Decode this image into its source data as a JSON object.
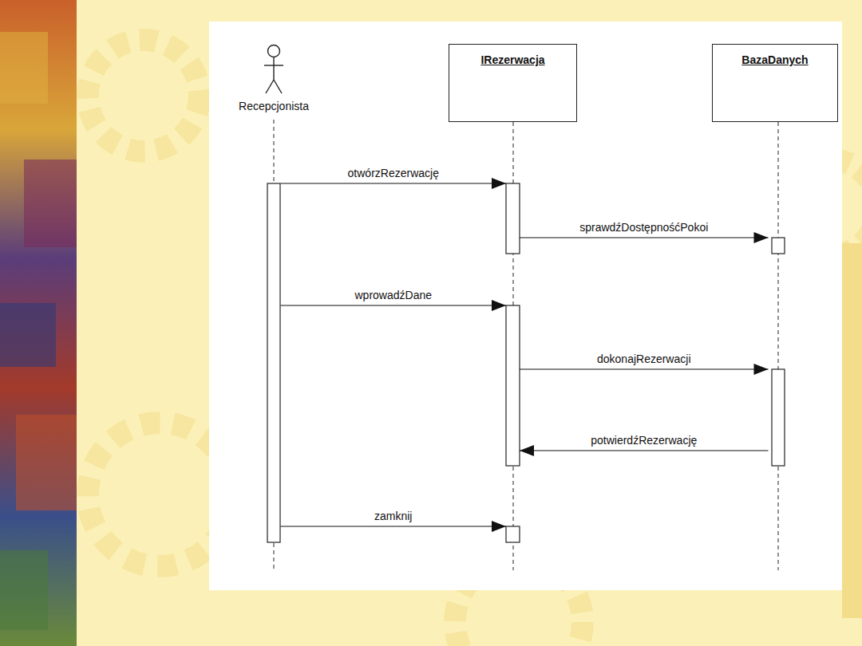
{
  "diagram": {
    "nodes": [
      {
        "text": [
          "Recepcjonista"
        ]
      },
      {
        "text": [
          "IRezerwacja"
        ]
      },
      {
        "text": [
          "BazaDanych"
        ]
      }
    ],
    "edges": [
      {
        "from": 0,
        "to": 1,
        "label": "otwórzRezerwację",
        "arrow": "to"
      },
      {
        "from": 1,
        "to": 2,
        "label": "sprawdźDostępnośćPokoi",
        "arrow": "to"
      },
      {
        "from": 0,
        "to": 1,
        "label": "wprowadźDane",
        "arrow": "to"
      },
      {
        "from": 1,
        "to": 2,
        "label": "dokonajRezerwacji",
        "arrow": "to"
      },
      {
        "from": 2,
        "to": 1,
        "label": "potwierdźRezerwację",
        "arrow": "to"
      },
      {
        "from": 0,
        "to": 1,
        "label": "zamknij",
        "arrow": "to"
      }
    ]
  }
}
